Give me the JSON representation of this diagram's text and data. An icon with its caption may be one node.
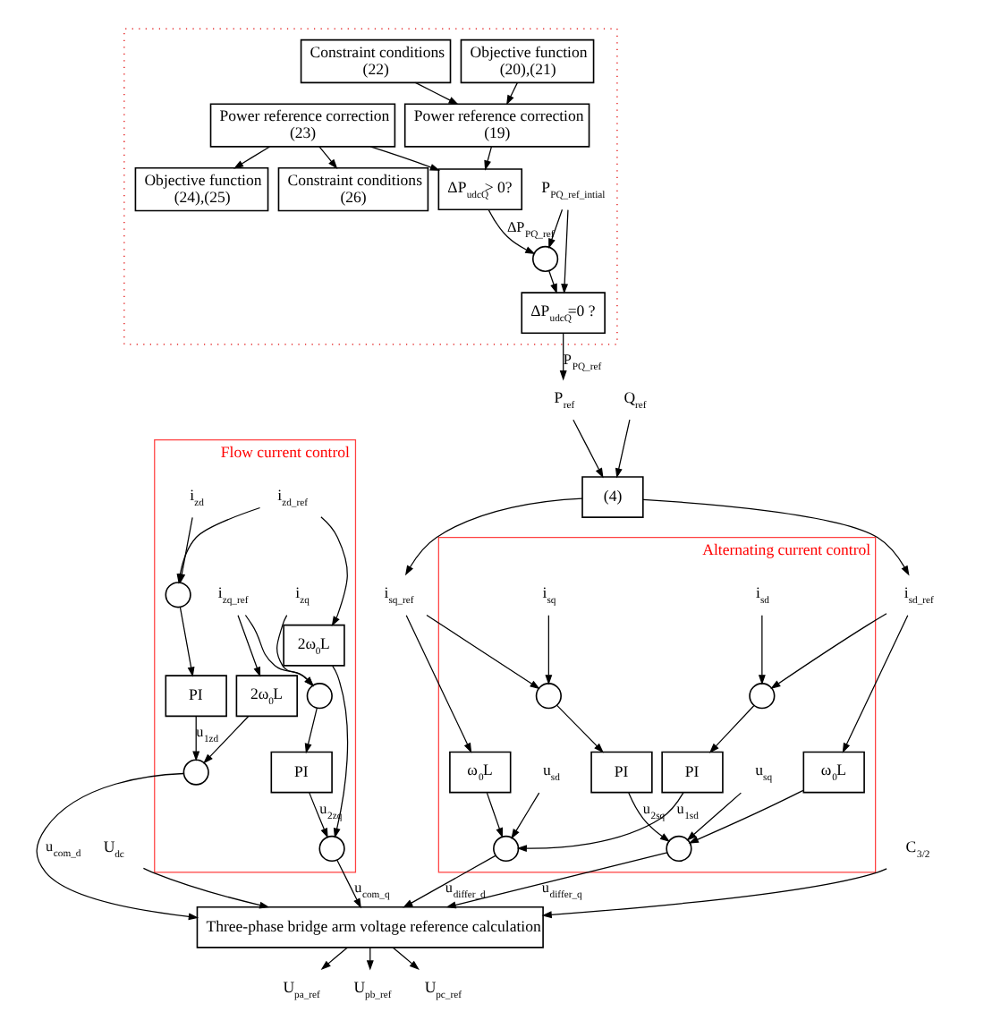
{
  "diagram": {
    "nodes": [
      {
        "text": [],
        "shape": "box"
      },
      {
        "text": [
          "Objective function",
          "(20),(21)"
        ],
        "in": 0
      },
      {
        "text": [
          "Constraint conditions",
          "(22)"
        ],
        "in": 0
      },
      {
        "text": [
          "P$_{PQ_ref_intial}$"
        ],
        "in": 0
      },
      {
        "text": [
          "ΔP$_{udcQ}$=0 ?"
        ],
        "in": 0
      },
      {
        "text": [
          "Power reference correction",
          "(19)"
        ],
        "in": 0
      },
      {
        "text": [],
        "shape": "circle",
        "in": 0
      },
      {
        "text": [
          "ΔP$_{udcQ}$> 0?"
        ],
        "in": 0
      },
      {
        "text": [
          "Power reference correction",
          "(23)"
        ],
        "in": 0
      },
      {
        "text": [
          "Constraint conditions",
          "(26)"
        ],
        "in": 0
      },
      {
        "text": [
          "Objective function",
          "(24),(25)"
        ],
        "in": 0
      },
      {
        "text": [
          "P$_{ref}$"
        ]
      },
      {
        "text": [
          "Q$_{ref}$"
        ]
      },
      {
        "text": [
          "(4)"
        ]
      },
      {
        "text": [
          "i$_{sd_ref}$"
        ]
      },
      {
        "text": [
          "i$_{sq_ref}$"
        ]
      },
      {
        "text": [
          "Alternating current control"
        ]
      },
      {
        "text": [
          "i$_{sd}$"
        ],
        "in": 16
      },
      {
        "text": [
          "u$_{sd}$"
        ],
        "in": 16
      },
      {
        "text": [],
        "shape": "circle",
        "in": 16
      },
      {
        "text": [
          "PI"
        ],
        "in": 16
      },
      {
        "text": [],
        "shape": "circle",
        "in": 16
      },
      {
        "text": [
          "ω$_{0}$L"
        ],
        "in": 16
      },
      {
        "text": [
          "ω$_{0}$L"
        ],
        "in": 16
      },
      {
        "text": [],
        "shape": "circle",
        "in": 16
      },
      {
        "text": [
          "PI"
        ],
        "in": 16
      },
      {
        "text": [],
        "shape": "circle",
        "in": 16
      },
      {
        "text": [
          "i$_{sq}$"
        ],
        "in": 16
      },
      {
        "text": [
          "u$_{sq}$"
        ],
        "in": 16
      },
      {
        "text": [
          "U$_{dc}$"
        ]
      },
      {
        "text": [
          "Three-phase bridge arm voltage reference calculation"
        ]
      },
      {
        "text": [
          "U$_{pa_ref}$"
        ]
      },
      {
        "text": [
          "U$_{pb_ref}$"
        ]
      },
      {
        "text": [
          "U$_{pc_ref}$"
        ]
      },
      {
        "text": [
          "Flow current control"
        ]
      },
      {
        "text": [
          "i$_{zd}$"
        ],
        "in": 34
      },
      {
        "text": [
          "i$_{zd_ref}$"
        ],
        "in": 34
      },
      {
        "text": [],
        "shape": "circle",
        "in": 34
      },
      {
        "text": [
          "PI"
        ],
        "in": 34
      },
      {
        "text": [],
        "shape": "circle",
        "in": 34
      },
      {
        "text": [
          "2ω$_{0}$L"
        ],
        "in": 34
      },
      {
        "text": [
          "2ω$_{0}$L"
        ],
        "in": 34
      },
      {
        "text": [
          "i$_{zq_ref}$"
        ],
        "in": 34
      },
      {
        "text": [],
        "shape": "circle",
        "in": 34
      },
      {
        "text": [
          "PI"
        ],
        "in": 34
      },
      {
        "text": [],
        "shape": "circle",
        "in": 34
      },
      {
        "text": [
          "i$_{zq}$"
        ],
        "in": 34
      },
      {
        "text": [
          "C$_{3/2}$"
        ]
      }
    ],
    "edges": [
      {
        "from": 1,
        "to": 5,
        "arrow": "to"
      },
      {
        "from": 2,
        "to": 5,
        "arrow": "to"
      },
      {
        "from": 5,
        "to": 7,
        "arrow": "to"
      },
      {
        "from": 8,
        "to": 7,
        "arrow": "to"
      },
      {
        "from": 8,
        "to": 9,
        "arrow": "to"
      },
      {
        "from": 8,
        "to": 10,
        "arrow": "to"
      },
      {
        "from": 7,
        "to": 6,
        "arrow": "to",
        "label": "ΔP$_{PQ_ref}$"
      },
      {
        "from": 3,
        "to": 6,
        "arrow": "to"
      },
      {
        "from": 3,
        "to": 4,
        "arrow": "to"
      },
      {
        "from": 6,
        "to": 4,
        "arrow": "to"
      },
      {
        "from": 4,
        "to": 11,
        "arrow": "to",
        "label": "P$_{PQ_ref}$"
      },
      {
        "from": 11,
        "to": 13,
        "arrow": "to"
      },
      {
        "from": 12,
        "to": 13,
        "arrow": "to"
      },
      {
        "from": 13,
        "to": 14,
        "arrow": "to"
      },
      {
        "from": 13,
        "to": 15,
        "arrow": "to"
      },
      {
        "from": 17,
        "to": 19,
        "arrow": "to"
      },
      {
        "from": 14,
        "to": 19,
        "arrow": "to"
      },
      {
        "from": 14,
        "to": 22,
        "arrow": "to"
      },
      {
        "from": 19,
        "to": 20,
        "arrow": "to"
      },
      {
        "from": 20,
        "to": 21,
        "arrow": "to",
        "label": "u$_{1sd}$"
      },
      {
        "from": 18,
        "to": 21,
        "arrow": "to"
      },
      {
        "from": 23,
        "to": 21,
        "arrow": "to"
      },
      {
        "from": 22,
        "to": 26,
        "arrow": "to"
      },
      {
        "from": 15,
        "to": 23,
        "arrow": "to"
      },
      {
        "from": 15,
        "to": 24,
        "arrow": "to"
      },
      {
        "from": 27,
        "to": 24,
        "arrow": "to"
      },
      {
        "from": 24,
        "to": 25,
        "arrow": "to"
      },
      {
        "from": 25,
        "to": 26,
        "arrow": "to",
        "label": "u$_{2sq}$"
      },
      {
        "from": 28,
        "to": 26,
        "arrow": "to"
      },
      {
        "from": 21,
        "to": 30,
        "arrow": "to",
        "label": "u$_{differ_d}$"
      },
      {
        "from": 26,
        "to": 30,
        "arrow": "to",
        "label": "u$_{differ_q}$"
      },
      {
        "from": 29,
        "to": 30,
        "arrow": "to"
      },
      {
        "from": 30,
        "to": 31,
        "arrow": "to"
      },
      {
        "from": 30,
        "to": 32,
        "arrow": "to"
      },
      {
        "from": 30,
        "to": 33,
        "arrow": "to"
      },
      {
        "from": 35,
        "to": 37,
        "arrow": "to"
      },
      {
        "from": 36,
        "to": 37,
        "arrow": "to"
      },
      {
        "from": 36,
        "to": 40,
        "arrow": "to"
      },
      {
        "from": 37,
        "to": 38,
        "arrow": "to"
      },
      {
        "from": 38,
        "to": 39,
        "arrow": "to",
        "label": "u$_{1zd}$"
      },
      {
        "from": 41,
        "to": 39,
        "arrow": "to"
      },
      {
        "from": 40,
        "to": 45,
        "arrow": "to"
      },
      {
        "from": 42,
        "to": 43,
        "arrow": "to"
      },
      {
        "from": 42,
        "to": 41,
        "arrow": "to"
      },
      {
        "from": 46,
        "to": 43,
        "arrow": "to"
      },
      {
        "from": 43,
        "to": 44,
        "arrow": "to"
      },
      {
        "from": 44,
        "to": 45,
        "arrow": "to",
        "label": "u$_{2zq}$"
      },
      {
        "from": 39,
        "to": 30,
        "arrow": "to",
        "label": "u$_{com_d}$"
      },
      {
        "from": 45,
        "to": 30,
        "arrow": "to",
        "label": "u$_{com_q}$"
      },
      {
        "from": 47,
        "to": 30,
        "arrow": "to"
      }
    ]
  }
}
